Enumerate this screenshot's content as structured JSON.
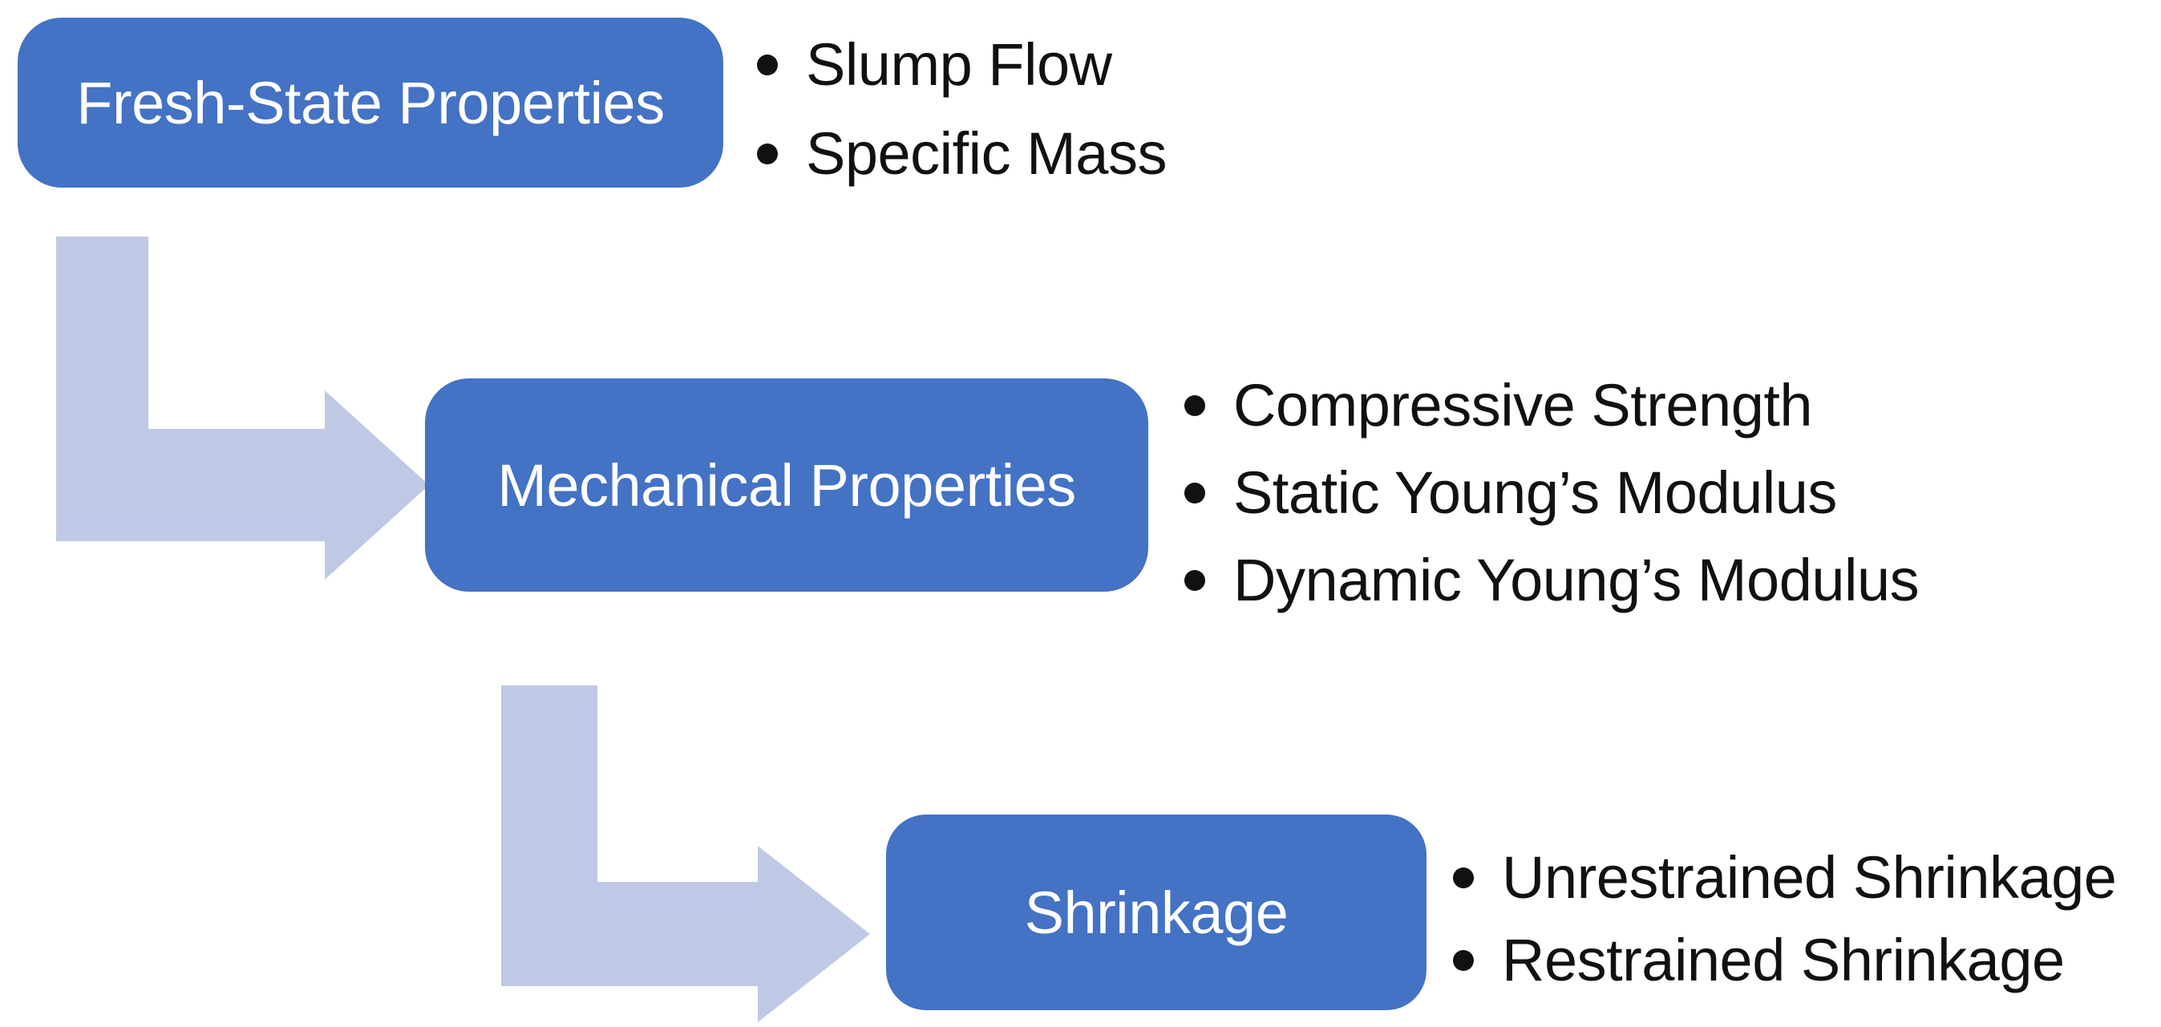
{
  "diagram": {
    "nodes": [
      {
        "label": "Fresh-State Properties",
        "bullets": [
          "Slump Flow",
          "Specific Mass"
        ]
      },
      {
        "label": "Mechanical Properties",
        "bullets": [
          "Compressive Strength",
          "Static Young’s Modulus",
          "Dynamic Young’s Modulus"
        ]
      },
      {
        "label": "Shrinkage",
        "bullets": [
          "Unrestrained Shrinkage",
          "Restrained Shrinkage"
        ]
      }
    ],
    "colors": {
      "node_fill": "#4472C4",
      "node_text": "#FFFFFF",
      "arrow_fill": "#BFC9E5",
      "bullet_text": "#111111",
      "background": "#FFFFFF"
    }
  }
}
